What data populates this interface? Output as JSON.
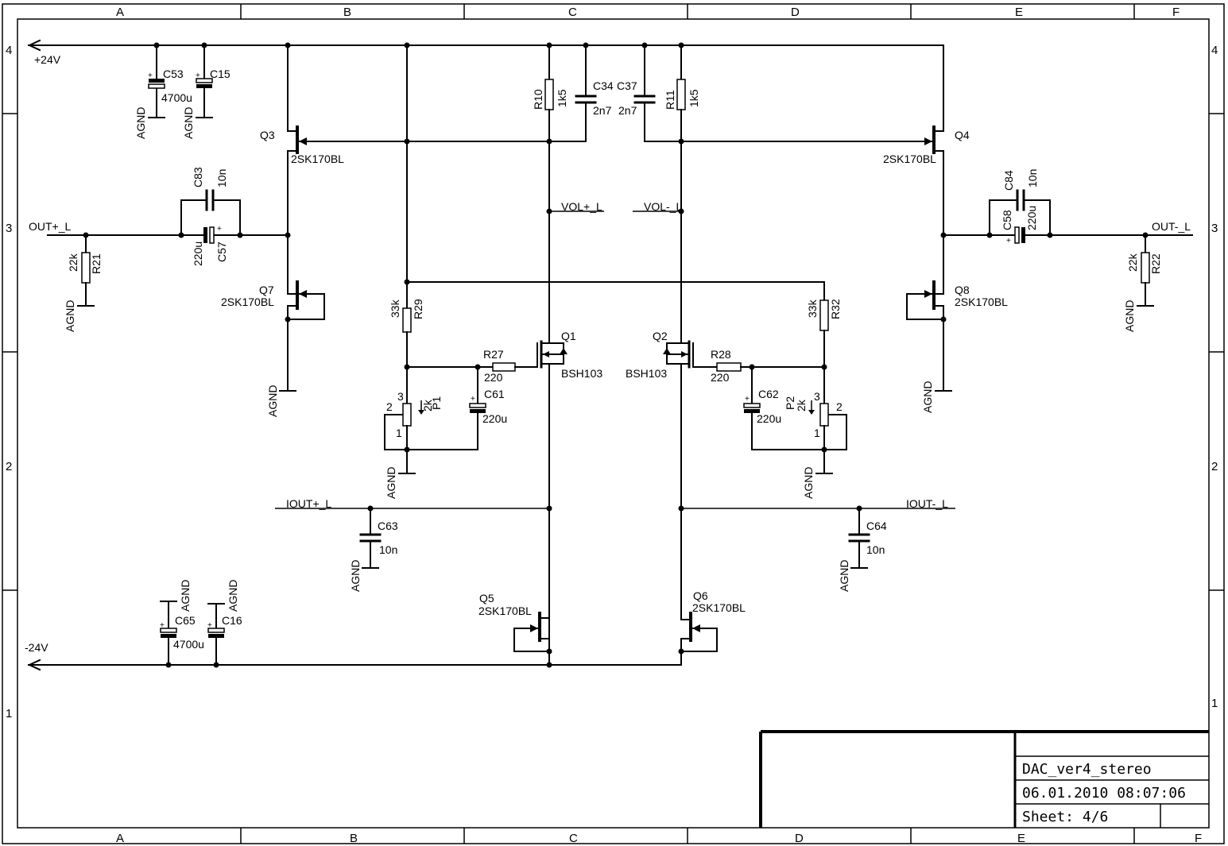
{
  "frame": {
    "columns": [
      "A",
      "B",
      "C",
      "D",
      "E",
      "F"
    ],
    "rows": [
      "4",
      "3",
      "2",
      "1"
    ]
  },
  "title_block": {
    "name": "DAC_ver4_stereo",
    "datetime": "06.01.2010 08:07:06",
    "sheet": "Sheet: 4/6"
  },
  "nets": {
    "pos_supply": "+24V",
    "neg_supply": "-24V",
    "out_pos": "OUT+_L",
    "out_neg": "OUT-_L",
    "vol_pos": "VOL+_L",
    "vol_neg": "VOL-_L",
    "iout_pos": "IOUT+_L",
    "iout_neg": "IOUT-_L",
    "agnd": "AGND"
  },
  "components": {
    "C53": {
      "ref": "C53",
      "value": "4700u"
    },
    "C15": {
      "ref": "C15",
      "value": ""
    },
    "C65": {
      "ref": "C65",
      "value": "4700u"
    },
    "C16": {
      "ref": "C16",
      "value": ""
    },
    "Q3": {
      "ref": "Q3",
      "value": "2SK170BL"
    },
    "Q4": {
      "ref": "Q4",
      "value": "2SK170BL"
    },
    "Q7": {
      "ref": "Q7",
      "value": "2SK170BL"
    },
    "Q8": {
      "ref": "Q8",
      "value": "2SK170BL"
    },
    "Q5": {
      "ref": "Q5",
      "value": "2SK170BL"
    },
    "Q6": {
      "ref": "Q6",
      "value": "2SK170BL"
    },
    "Q1": {
      "ref": "Q1",
      "value": "BSH103"
    },
    "Q2": {
      "ref": "Q2",
      "value": "BSH103"
    },
    "C83": {
      "ref": "C83",
      "value": "10n"
    },
    "C57": {
      "ref": "C57",
      "value": "220u"
    },
    "C84": {
      "ref": "C84",
      "value": "10n"
    },
    "C58": {
      "ref": "C58",
      "value": "220u"
    },
    "R21": {
      "ref": "R21",
      "value": "22k"
    },
    "R22": {
      "ref": "R22",
      "value": "22k"
    },
    "R10": {
      "ref": "R10",
      "value": "1k5"
    },
    "R11": {
      "ref": "R11",
      "value": "1k5"
    },
    "C34": {
      "ref": "C34",
      "value": "2n7"
    },
    "C37": {
      "ref": "C37",
      "value": "2n7"
    },
    "R29": {
      "ref": "R29",
      "value": "33k"
    },
    "R32": {
      "ref": "R32",
      "value": "33k"
    },
    "R27": {
      "ref": "R27",
      "value": "220"
    },
    "R28": {
      "ref": "R28",
      "value": "220"
    },
    "C61": {
      "ref": "C61",
      "value": "220u"
    },
    "C62": {
      "ref": "C62",
      "value": "220u"
    },
    "P1": {
      "ref": "P1",
      "value": "2k"
    },
    "P2": {
      "ref": "P2",
      "value": "2k"
    },
    "C63": {
      "ref": "C63",
      "value": "10n"
    },
    "C64": {
      "ref": "C64",
      "value": "10n"
    }
  },
  "pins": {
    "p1": "1",
    "p2": "2",
    "p3": "3"
  },
  "polarity": "+"
}
